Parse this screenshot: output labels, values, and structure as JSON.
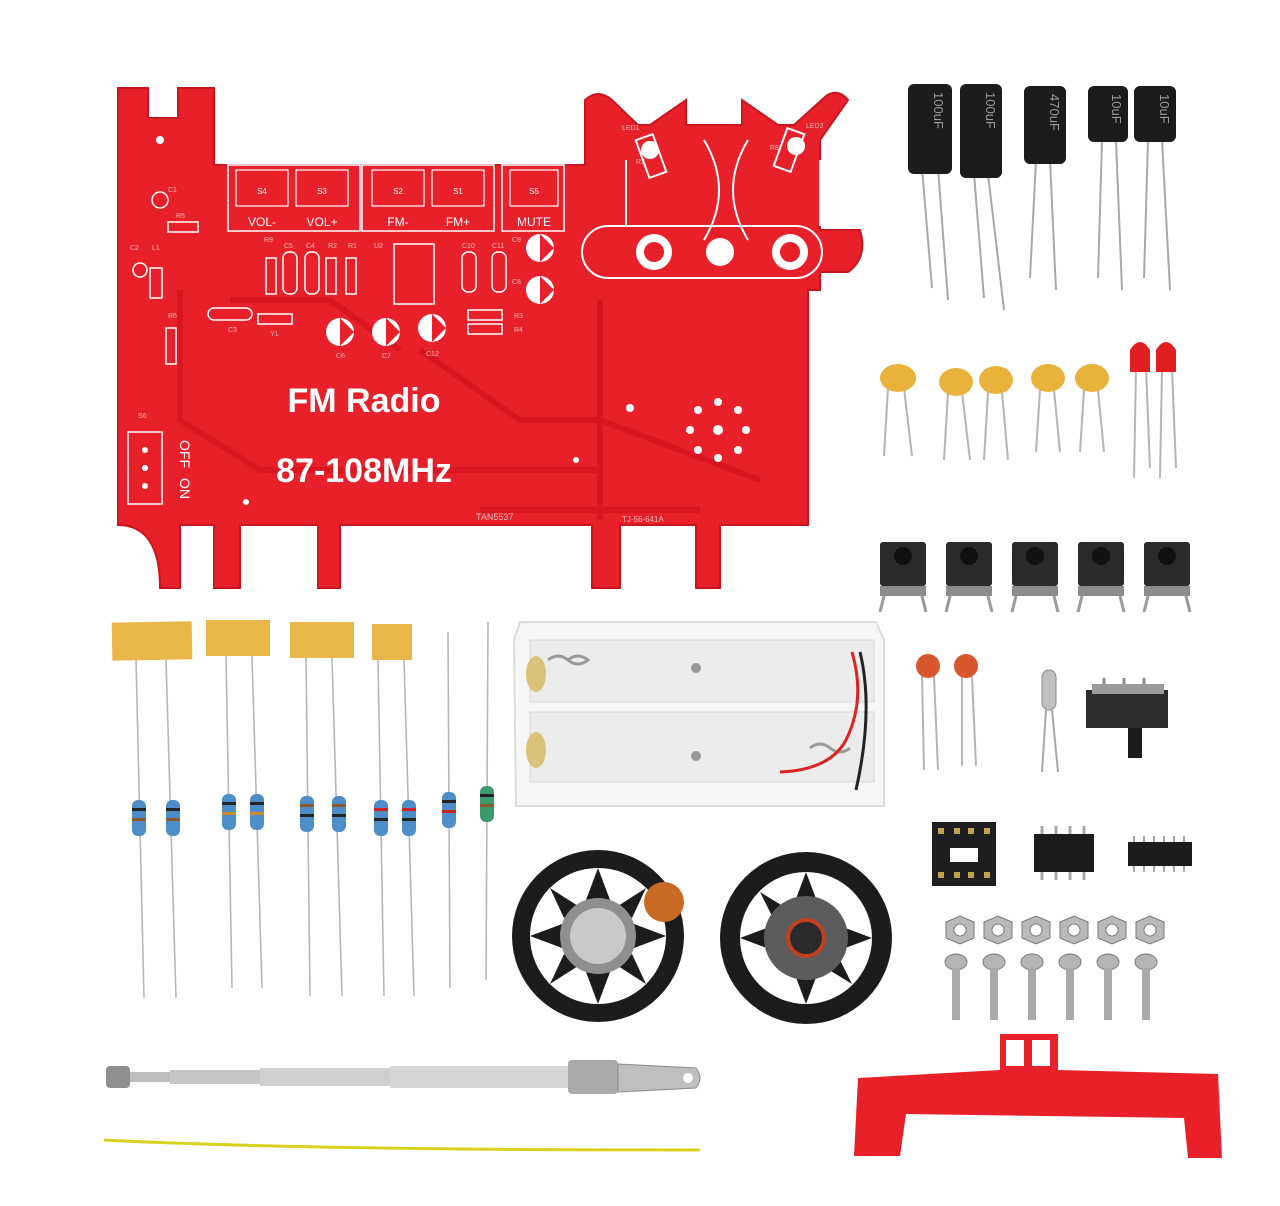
{
  "colors": {
    "pcb_red": "#e8202a",
    "silk_white": "#ffffff",
    "capacitor_black": "#1c1c1e",
    "ceramic_yellow": "#e9b23a",
    "led_red": "#e02020",
    "resistor_blue": "#4d8ec9",
    "tape_yellow": "#e9b64a",
    "antenna_silver": "#b9b9b9"
  },
  "pcb": {
    "title": "FM Radio",
    "frequency": "87-108MHz",
    "switch_labels": [
      "VOL-",
      "VOL+",
      "FM-",
      "FM+",
      "MUTE"
    ],
    "switch_refs": [
      "S4",
      "S3",
      "S2",
      "S1",
      "S5"
    ],
    "power_on": "ON",
    "power_off": "OFF",
    "power_ref": "S6",
    "chip_ref": "TAN5537",
    "board_code": "TJ-56-641A",
    "part_refs": [
      "C1",
      "C2",
      "L1",
      "R5",
      "R6",
      "C3",
      "Y1",
      "R9",
      "C5",
      "C4",
      "R2",
      "R1",
      "U2",
      "C10",
      "C11",
      "C9",
      "C8",
      "R3",
      "R4",
      "C6",
      "C7",
      "C12",
      "LED1",
      "LED2",
      "R7",
      "R8"
    ]
  },
  "electrolytic_caps": [
    "100uF",
    "100uF",
    "470uF",
    "10uF",
    "10uF"
  ],
  "icons": [
    "pcb-board-icon",
    "electrolytic-capacitor-icon",
    "ceramic-capacitor-icon",
    "led-icon",
    "tactile-button-icon",
    "resistor-icon",
    "battery-holder-icon",
    "speaker-icon",
    "crystal-icon",
    "slide-switch-icon",
    "ic-socket-icon",
    "ic-chip-icon",
    "nut-icon",
    "screw-icon",
    "antenna-icon",
    "wire-icon",
    "stand-icon"
  ]
}
